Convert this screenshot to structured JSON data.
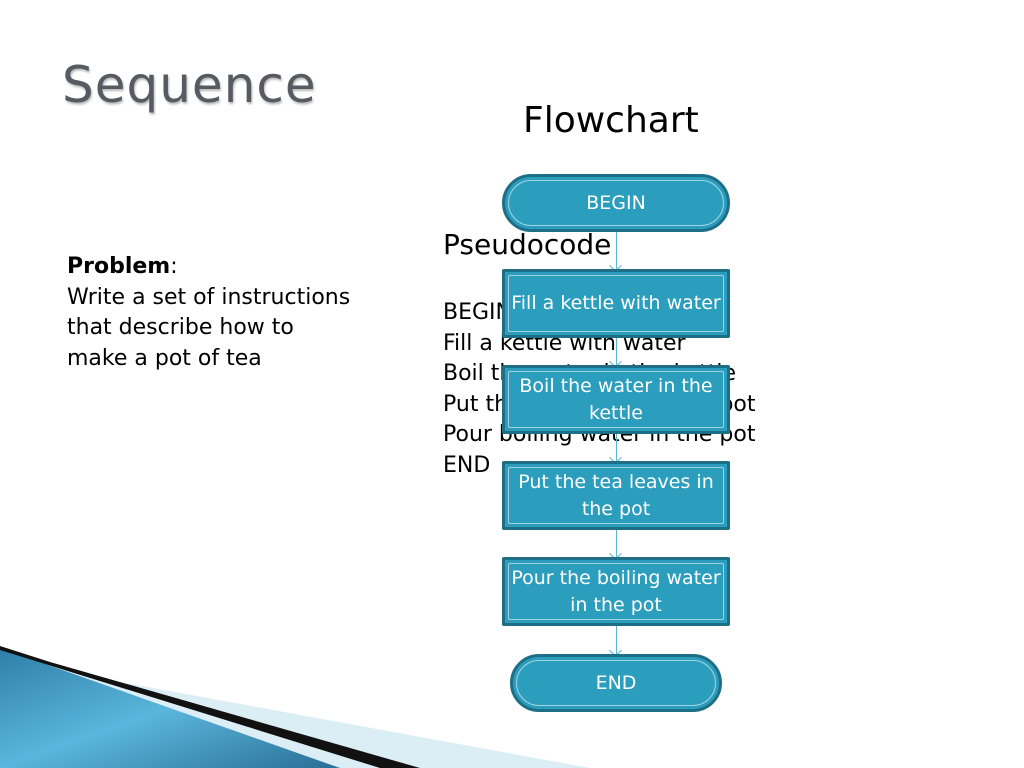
{
  "slide": {
    "title": "Sequence",
    "subtitle": "Flowchart"
  },
  "problem": {
    "label": "Problem",
    "text": "Write a set of instructions that describe how to make a pot of tea"
  },
  "pseudocode": {
    "heading": "Pseudocode",
    "lines": [
      "BEGIN",
      "Fill a kettle with water",
      "Boil the water in the kettle",
      "Put the tea leaves in the pot",
      "Pour boiling water in the pot",
      "END"
    ]
  },
  "flowchart": {
    "nodes": [
      {
        "kind": "terminal",
        "label": "BEGIN"
      },
      {
        "kind": "process",
        "label": "Fill a kettle with water"
      },
      {
        "kind": "process",
        "label": "Boil the water in the kettle"
      },
      {
        "kind": "process",
        "label": "Put the tea leaves in the pot"
      },
      {
        "kind": "process",
        "label": "Pour the boiling water in the pot"
      },
      {
        "kind": "terminal",
        "label": "END"
      }
    ]
  },
  "colors": {
    "node_fill": "#2b9dbd",
    "node_border": "#1e6f86",
    "connector": "#5bb7cf",
    "title": "#555b61"
  }
}
